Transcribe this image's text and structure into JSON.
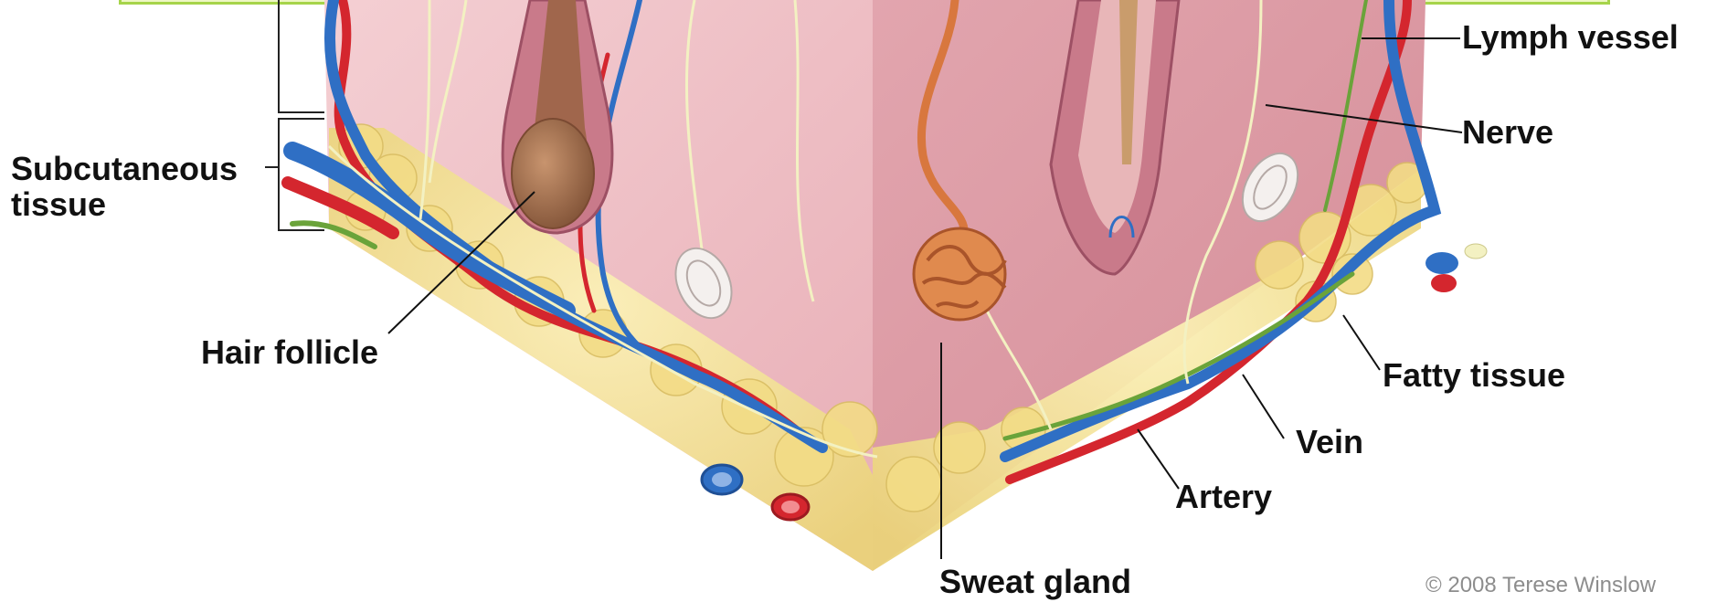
{
  "labels": {
    "lymph_vessel": "Lymph vessel",
    "nerve": "Nerve",
    "subcutaneous_line1": "Subcutaneous",
    "subcutaneous_line2": "tissue",
    "hair_follicle": "Hair follicle",
    "fatty_tissue": "Fatty tissue",
    "vein": "Vein",
    "artery": "Artery",
    "sweat_gland": "Sweat gland"
  },
  "credit": {
    "line1": "© 2008 Terese Winslow"
  },
  "colors": {
    "skin_front": "#efc1c6",
    "skin_side": "#dc9aa4",
    "fat": "#f6e392",
    "artery": "#d4262e",
    "vein": "#2f6fc4",
    "lymph": "#6aa33a",
    "nerve": "#f3f1c2",
    "gland": "#d8773e",
    "follicle": "#9b6a4a",
    "banner_border": "#a6d44a"
  }
}
